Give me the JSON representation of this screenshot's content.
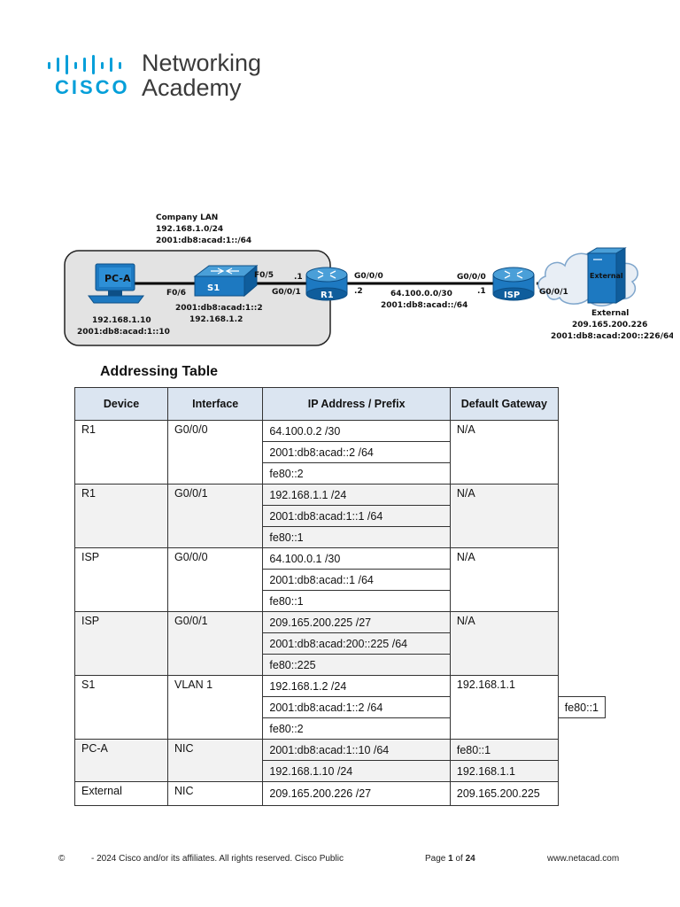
{
  "logo": {
    "brand": "CISCO",
    "line1": "Networking",
    "line2": "Academy",
    "color": "#049fd9"
  },
  "topology": {
    "lan": {
      "title": "Company LAN",
      "ipv4": "192.168.1.0/24",
      "ipv6": "2001:db8:acad:1::/64"
    },
    "pc_a": {
      "label": "PC-A",
      "port": "F0/6",
      "ipv4": "192.168.1.10",
      "ipv6": "2001:db8:acad:1::10"
    },
    "s1": {
      "label": "S1",
      "port_to_r1": "F0/5",
      "ipv6": "2001:db8:acad:1::2",
      "ipv4": "192.168.1.2"
    },
    "r1": {
      "label": "R1",
      "g001": "G0/0/1",
      "g000": "G0/0/0",
      "host_lan": ".1",
      "host_wan": ".2"
    },
    "wan": {
      "ipv4": "64.100.0.0/30",
      "ipv6": "2001:db8:acad::/64"
    },
    "isp": {
      "label": "ISP",
      "g000": "G0/0/0",
      "g001": "G0/0/1",
      "host_wan": ".1"
    },
    "external": {
      "label": "External",
      "caption": "External",
      "ipv4": "209.165.200.226",
      "ipv6": "2001:db8:acad:200::226/64"
    }
  },
  "heading": "Addressing Table",
  "table": {
    "headers": [
      "Device",
      "Interface",
      "IP Address / Prefix",
      "Default Gateway"
    ],
    "rows": [
      {
        "device": "R1",
        "iface": "G0/0/0",
        "ips": [
          "64.100.0.2 /30",
          "2001:db8:acad::2 /64",
          "fe80::2"
        ],
        "gws": [
          "N/A"
        ]
      },
      {
        "device": "R1",
        "iface": "G0/0/1",
        "ips": [
          "192.168.1.1 /24",
          "2001:db8:acad:1::1 /64",
          "fe80::1"
        ],
        "gws": [
          "N/A"
        ]
      },
      {
        "device": "ISP",
        "iface": "G0/0/0",
        "ips": [
          "64.100.0.1 /30",
          "2001:db8:acad::1 /64",
          "fe80::1"
        ],
        "gws": [
          "N/A"
        ]
      },
      {
        "device": "ISP",
        "iface": "G0/0/1",
        "ips": [
          "209.165.200.225 /27",
          "2001:db8:acad:200::225 /64",
          "fe80::225"
        ],
        "gws": [
          "N/A"
        ]
      },
      {
        "device": "S1",
        "iface": "VLAN 1",
        "ips": [
          "192.168.1.2 /24",
          "2001:db8:acad:1::2 /64",
          "fe80::2"
        ],
        "gws": [
          "192.168.1.1",
          "fe80::1"
        ]
      },
      {
        "device": "PC-A",
        "iface": "NIC",
        "ips": [
          "2001:db8:acad:1::10 /64",
          "192.168.1.10 /24"
        ],
        "gws": [
          "fe80::1",
          "192.168.1.1"
        ]
      },
      {
        "device": "External",
        "iface": "NIC",
        "ips": [
          "209.165.200.226 /27"
        ],
        "gws": [
          "209.165.200.225"
        ]
      }
    ]
  },
  "footer": {
    "copyright_symbol": "©",
    "copyright": "- 2024 Cisco and/or its affiliates. All rights reserved. Cisco Public",
    "page_prefix": "Page",
    "page_num": "1",
    "page_of": "of",
    "page_total": "24",
    "link": "www.netacad.com"
  }
}
